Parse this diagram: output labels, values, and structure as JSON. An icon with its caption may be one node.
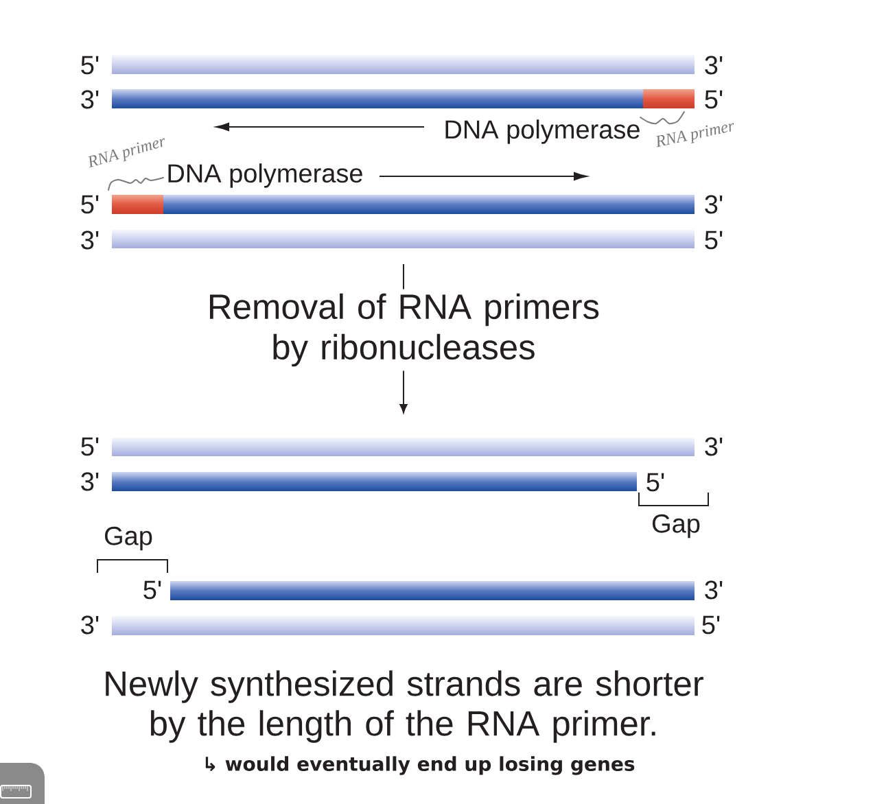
{
  "diagram": {
    "caption": "Newly synthesized strands are shorter by the length of the RNA primer.",
    "nodes": [
      {
        "text": [],
        "shape": "bar",
        "beside": [
          "5'",
          "3'"
        ]
      },
      {
        "text": [],
        "shape": "bar",
        "beside": [
          "3'",
          "5'"
        ]
      },
      {
        "text": [],
        "shape": "bar",
        "beside": [
          "5'",
          "3'"
        ]
      },
      {
        "text": [],
        "shape": "bar",
        "beside": [
          "3'",
          "5'"
        ]
      },
      {
        "text": [
          "Removal of RNA primers by ribonucleases"
        ]
      },
      {
        "text": [],
        "shape": "bar",
        "beside": [
          "5'",
          "3'"
        ]
      },
      {
        "text": [],
        "shape": "bar",
        "beside": [
          "3'",
          "5'"
        ]
      },
      {
        "text": [],
        "shape": "bar",
        "beside": [
          "5'",
          "3'"
        ]
      },
      {
        "text": [],
        "shape": "bar",
        "beside": [
          "3'",
          "5'"
        ]
      }
    ],
    "edges": [
      {
        "from": null,
        "to": 4,
        "arrow": "none"
      },
      {
        "from": 4,
        "to": null,
        "arrow": "to"
      }
    ],
    "labels": [
      "DNA polymerase",
      "RNA primer",
      "RNA primer",
      "DNA polymerase",
      "Gap",
      "Gap",
      "↳ would eventually end up losing genes"
    ]
  }
}
